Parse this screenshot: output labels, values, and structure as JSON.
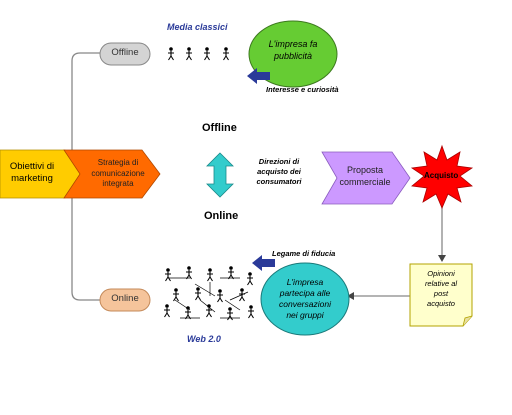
{
  "diagram": {
    "objectives": [
      "Obiettivi di",
      "marketing"
    ],
    "strategy": [
      "Strategia di",
      "comunicazione",
      "integrata"
    ],
    "offline_pill": "Offline",
    "online_pill": "Online",
    "media_classici": "Media classici",
    "ad_bubble": [
      "L'impresa fa",
      "pubblicità"
    ],
    "interest": "Interesse e curiosità",
    "offline_center": "Offline",
    "online_center": "Online",
    "directions": [
      "Direzioni di",
      "acquisto dei",
      "consumatori"
    ],
    "proposal": [
      "Proposta",
      "commerciale"
    ],
    "purchase": "Acquisto",
    "trust": "Legame di fiducia",
    "conversation_bubble": [
      "L'impresa",
      "partecipa alle",
      "conversazioni",
      "nei gruppi"
    ],
    "opinions": [
      "Opinioni",
      "relative al",
      "post",
      "acquisto"
    ],
    "web20": "Web 2.0",
    "colors": {
      "yellow": "#ffcc00",
      "orange": "#ff6a00",
      "lavender": "#cc99ff",
      "red": "#ff0000",
      "green": "#66cc33",
      "teal": "#33cccc",
      "navy": "#2a3a99",
      "pill_grey": "#d4d4d4",
      "pill_peach": "#f5c49b",
      "note": "#ffffcc"
    }
  }
}
